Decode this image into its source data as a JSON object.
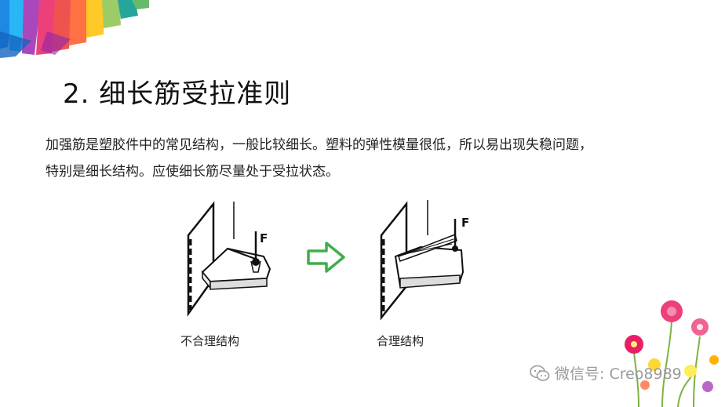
{
  "slide": {
    "title": "2. 细长筋受拉准则",
    "body_lines": [
      "加强筋是塑胶件中的常见结构，一般比较细长。塑料的弹性模量很低，所以易出现失稳问题，",
      "特别是细长结构。应使细长筋尽量处于受拉状态。"
    ]
  },
  "figures": {
    "left": {
      "force_label": "F",
      "caption": "不合理结构"
    },
    "right": {
      "force_label": "F",
      "caption": "合理结构"
    },
    "arrow_color": "#3fae49"
  },
  "watermark": {
    "icon": "wechat-icon",
    "text": "微信号: Creo8989"
  }
}
